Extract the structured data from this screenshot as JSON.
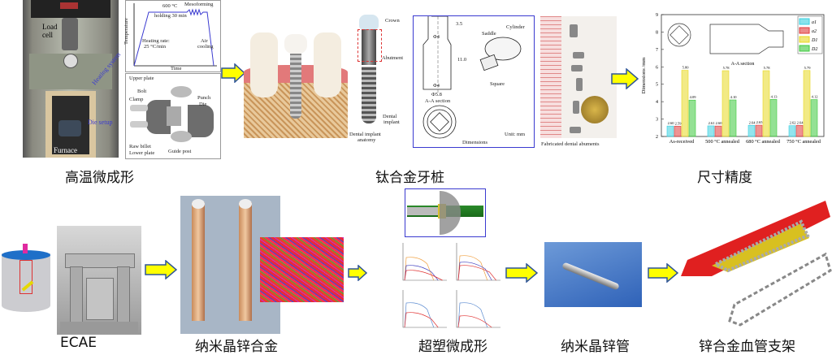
{
  "captions": {
    "hot_microforming": "高温微成形",
    "ti_abutment": "钛合金牙桩",
    "dim_accuracy": "尺寸精度",
    "ecae": "ECAE",
    "nano_zn_alloy": "纳米晶锌合金",
    "superplastic": "超塑微成形",
    "nano_zn_tube": "纳米晶锌管",
    "zn_stent": "锌合金血管支架"
  },
  "furnace": {
    "load_cell": "Load cell",
    "furnace": "Furnace",
    "heating_system": "Heating system",
    "die_setup": "Die setup"
  },
  "temp_profile": {
    "ylabel": "Temperature",
    "xlabel": "Time",
    "hold": "600 °C",
    "hold2": "holding 30 min",
    "mesoforming": "Mesoforming",
    "heating": "Heating rate:",
    "heating2": "25 °C/min",
    "air": "Air",
    "air2": "cooling"
  },
  "die": {
    "upper_plate": "Upper plate",
    "bolt": "Bolt",
    "clamp": "Clamp",
    "punch": "Punch",
    "die": "Die",
    "raw_billet": "Raw billet",
    "lower_plate": "Lower plate",
    "guide_post": "Guide post"
  },
  "implant": {
    "crown": "Crown",
    "abutment": "Abutment",
    "dental": "Dental",
    "implant": "implant",
    "anatomy1": "Dental implant",
    "anatomy2": "anatomy"
  },
  "dimensions": {
    "phi4": "Φ4",
    "d35": "3.5",
    "d110": "11.0",
    "phi4b": "Φ4",
    "phi58": "Φ5.8",
    "section": "A-A section",
    "saddle": "Saddle",
    "cylinder": "Cylinder",
    "square": "Square",
    "title": "Dimensions",
    "unit": "Unit: mm"
  },
  "photo": {
    "caption": "Fabricated dental abuments"
  },
  "chart_data": {
    "type": "bar",
    "ylabel": "Dimensions /mm",
    "ylim": [
      2,
      9
    ],
    "yticks": [
      "2",
      "3",
      "4",
      "5",
      "6",
      "7",
      "8",
      "9"
    ],
    "categories": [
      "As-received",
      "500 °C annealed",
      "680 °C annealed",
      "750 °C annealed"
    ],
    "inset_label": "A-A section",
    "legend_position": "top-right",
    "series": [
      {
        "name": "a1",
        "color": "#38d0e0",
        "values": [
          2.6,
          2.61,
          2.64,
          2.62
        ],
        "labels": [
          "2.60",
          "2.61",
          "2.64",
          "2.62"
        ]
      },
      {
        "name": "a2",
        "color": "#e03a3a",
        "values": [
          2.59,
          2.6,
          2.65,
          2.64
        ],
        "labels": [
          "2.59",
          "2.60",
          "2.65",
          "2.64"
        ]
      },
      {
        "name": "D1",
        "color": "#e8d820",
        "values": [
          5.8,
          5.78,
          5.78,
          5.79
        ],
        "labels": [
          "5.80",
          "5.78",
          "5.78",
          "5.79"
        ]
      },
      {
        "name": "D2",
        "color": "#3cc83c",
        "values": [
          4.09,
          4.1,
          4.13,
          4.12
        ],
        "labels": [
          "4.09",
          "4.10",
          "4.13",
          "4.12"
        ]
      }
    ]
  },
  "colors": {
    "arrow_fill": "#ffff00",
    "arrow_stroke": "#2f5597",
    "frame_blue": "#3a3ad0"
  }
}
